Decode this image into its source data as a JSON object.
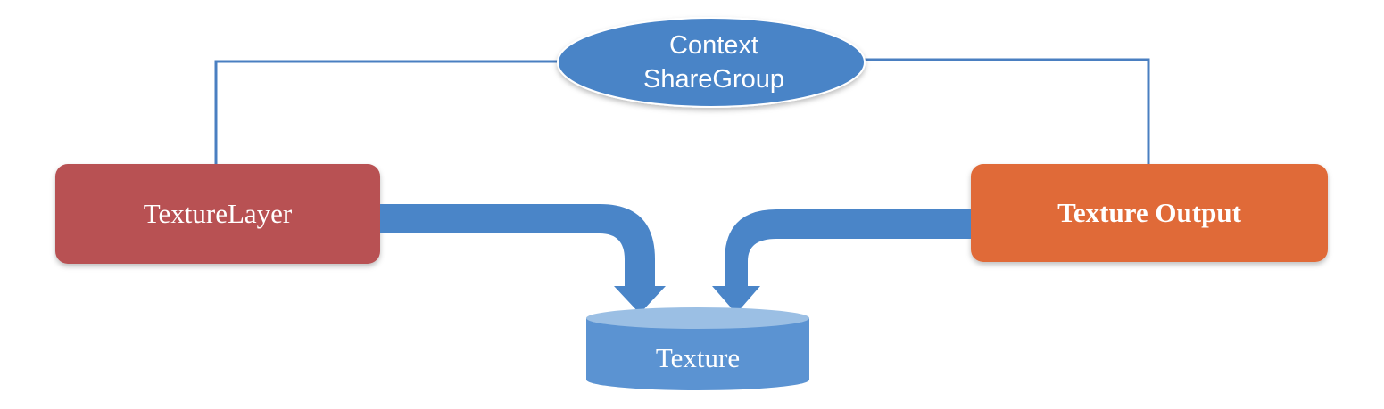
{
  "context": {
    "line1": "Context",
    "line2": "ShareGroup"
  },
  "texture_layer": {
    "label": "TextureLayer"
  },
  "texture_output": {
    "label": "Texture Output"
  },
  "texture": {
    "label": "Texture"
  },
  "colors": {
    "connector": "#4a7fc1",
    "arrow": "#4a85c8",
    "context_fill": "#4a84c7",
    "texture_layer_fill": "#b85152",
    "texture_output_fill": "#e06b37",
    "texture_body": "#5b93d2",
    "texture_top": "#9bbfe4"
  }
}
